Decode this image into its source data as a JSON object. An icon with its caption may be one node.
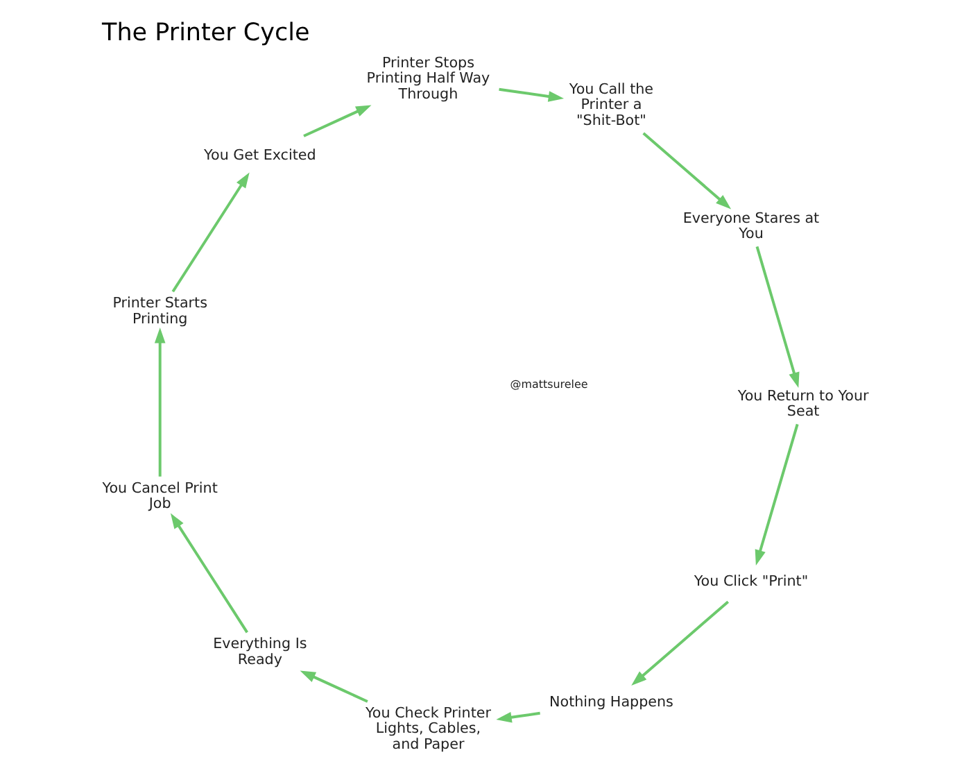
{
  "diagram": {
    "title": "The Printer Cycle",
    "nodes": [
      {
        "text": [
          "You Click \"Print\""
        ]
      },
      {
        "text": [
          "Nothing Happens"
        ]
      },
      {
        "text": [
          "You Check Printer Lights, Cables, and Paper"
        ]
      },
      {
        "text": [
          "Everything Is Ready"
        ]
      },
      {
        "text": [
          "You Cancel Print Job"
        ]
      },
      {
        "text": [
          "Printer Starts Printing"
        ]
      },
      {
        "text": [
          "You Get Excited"
        ]
      },
      {
        "text": [
          "Printer Stops Printing Half Way Through"
        ]
      },
      {
        "text": [
          "You Call the Printer a \"Shit-Bot\""
        ]
      },
      {
        "text": [
          "Everyone Stares at You"
        ]
      },
      {
        "text": [
          "You Return to Your Seat"
        ]
      }
    ],
    "edges": [
      {
        "from": 0,
        "to": 1,
        "arrow": "to"
      },
      {
        "from": 1,
        "to": 2,
        "arrow": "to"
      },
      {
        "from": 2,
        "to": 3,
        "arrow": "to"
      },
      {
        "from": 3,
        "to": 4,
        "arrow": "to"
      },
      {
        "from": 4,
        "to": 5,
        "arrow": "to"
      },
      {
        "from": 5,
        "to": 6,
        "arrow": "to"
      },
      {
        "from": 6,
        "to": 7,
        "arrow": "to"
      },
      {
        "from": 7,
        "to": 8,
        "arrow": "to"
      },
      {
        "from": 8,
        "to": 9,
        "arrow": "to"
      },
      {
        "from": 9,
        "to": 10,
        "arrow": "to"
      },
      {
        "from": 10,
        "to": 0,
        "arrow": "to"
      }
    ],
    "labels": [
      "@mattsurelee"
    ]
  }
}
